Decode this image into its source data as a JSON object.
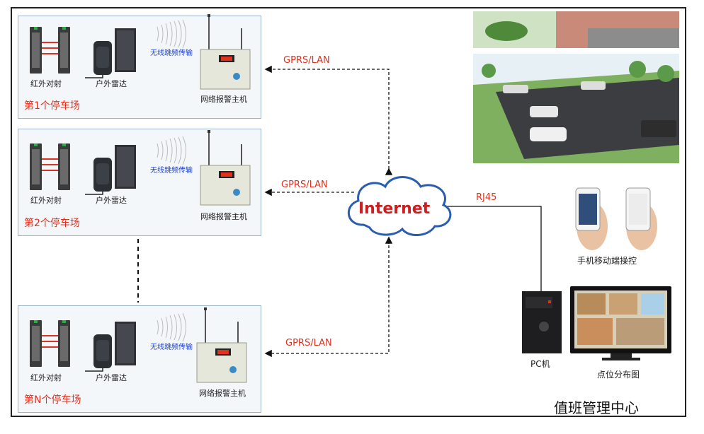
{
  "sites": [
    {
      "label": "第1个停车场",
      "device1": "红外对射",
      "device2": "户外雷达",
      "wireless": "无线跳频传输",
      "host": "网络报警主机",
      "link": "GPRS/LAN"
    },
    {
      "label": "第2个停车场",
      "device1": "红外对射",
      "device2": "户外雷达",
      "wireless": "无线跳频传输",
      "host": "网络报警主机",
      "link": "GPRS/LAN"
    },
    {
      "label": "第N个停车场",
      "device1": "红外对射",
      "device2": "户外雷达",
      "wireless": "无线跳频传输",
      "host": "网络报警主机",
      "link": "GPRS/LAN"
    }
  ],
  "internet": "Internet",
  "rj45": "RJ45",
  "mobile_label": "手机移动端操控",
  "pc_label": "PC机",
  "map_label": "点位分布图",
  "center_title": "值班管理中心",
  "colors": {
    "link_text": "#e0301e",
    "wireless_text": "#1a3fd6",
    "cloud_stroke": "#2a5db0",
    "internet_text": "#cc1f1f"
  }
}
